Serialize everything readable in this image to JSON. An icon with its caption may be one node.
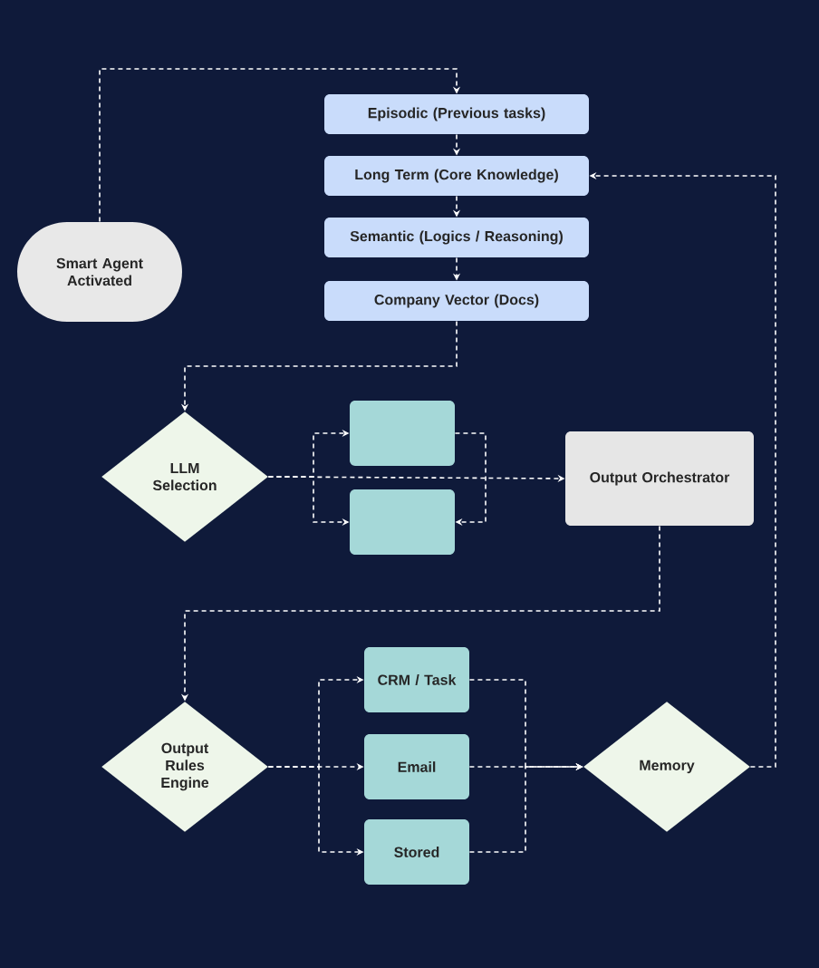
{
  "diagram": {
    "nodes": [
      {
        "text": [
          "Episodic (Previous tasks)"
        ]
      },
      {
        "text": [
          "Long Term (Core Knowledge)"
        ]
      },
      {
        "text": [
          "Semantic (Logics / Reasoning)"
        ]
      },
      {
        "text": [
          "Smart Agent Activated"
        ]
      },
      {
        "text": [
          "Company Vector (Docs)"
        ]
      },
      {
        "text": [
          "LLM Selection"
        ]
      },
      {
        "text": [],
        "shape": "box"
      },
      {
        "text": [
          "Output Orchestrator"
        ]
      },
      {
        "text": [],
        "shape": "box"
      },
      {
        "text": [
          "Output Rules Engine"
        ]
      },
      {
        "text": [
          "CRM / Task"
        ]
      },
      {
        "text": [
          "Email"
        ]
      },
      {
        "text": [
          "Memory"
        ]
      },
      {
        "text": [
          "Stored"
        ]
      }
    ],
    "edges": [
      {
        "from": 3,
        "to": 0,
        "arrow": "to"
      },
      {
        "from": 0,
        "to": 1,
        "arrow": "to"
      },
      {
        "from": 1,
        "to": 2,
        "arrow": "to"
      },
      {
        "from": 2,
        "to": 4,
        "arrow": "to"
      },
      {
        "from": 4,
        "to": 5,
        "arrow": "to"
      },
      {
        "from": 5,
        "to": 6,
        "arrow": "to"
      },
      {
        "from": 5,
        "to": 8,
        "arrow": "to"
      },
      {
        "from": 5,
        "to": 7,
        "arrow": "to"
      },
      {
        "from": 6,
        "to": 8,
        "arrow": "to"
      },
      {
        "from": 7,
        "to": 9,
        "arrow": "to"
      },
      {
        "from": 9,
        "to": 10,
        "arrow": "to"
      },
      {
        "from": 9,
        "to": 11,
        "arrow": "to"
      },
      {
        "from": 9,
        "to": 13,
        "arrow": "to"
      },
      {
        "from": 10,
        "to": 12,
        "arrow": "to"
      },
      {
        "from": 11,
        "to": 12,
        "arrow": "to"
      },
      {
        "from": 13,
        "to": 12,
        "arrow": "to"
      },
      {
        "from": 12,
        "to": 1,
        "arrow": "to"
      }
    ]
  }
}
